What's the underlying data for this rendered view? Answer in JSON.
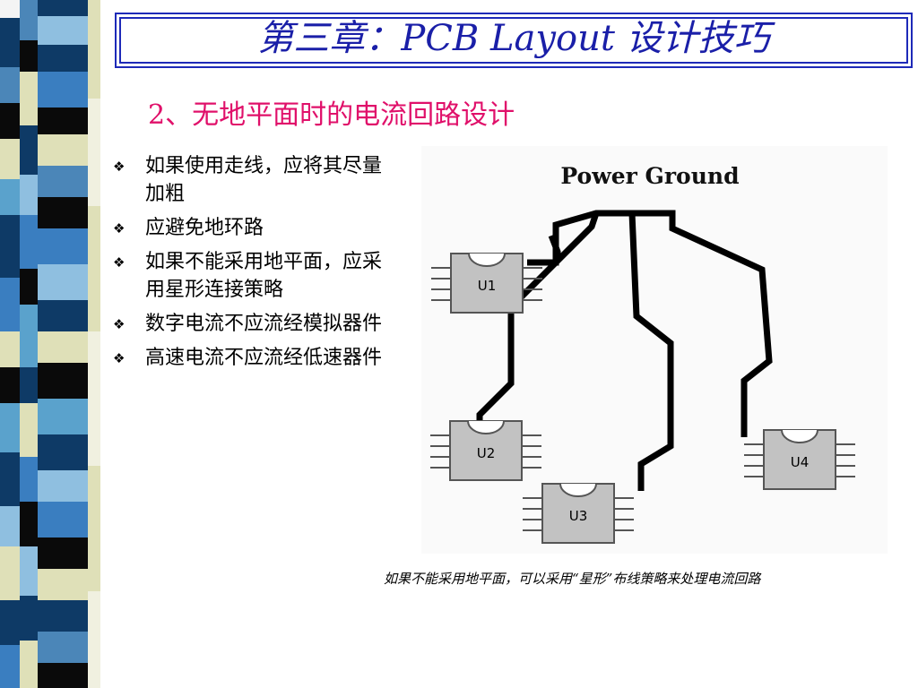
{
  "slide": {
    "title": "第三章：PCB Layout 设计技巧",
    "subtitle": "2、无地平面时的电流回路设计",
    "bullets": [
      "如果使用走线，应将其尽量加粗",
      "应避免地环路",
      "如果不能采用地平面，应采用星形连接策略",
      "数字电流不应流经模拟器件",
      "高速电流不应流经低速器件"
    ],
    "bullet_glyph": "❖",
    "caption": "如果不能采用地平面，可以采用“星形”布线策略来处理电流回路"
  },
  "diagram": {
    "label": "Power Ground",
    "chips": [
      "U1",
      "U2",
      "U3",
      "U4"
    ]
  },
  "colors": {
    "title": "#1a1fa8",
    "subtitle": "#e0106a",
    "title_border": "#1e2ab8",
    "chip_fill": "#c2c2c2",
    "trace": "#000000"
  }
}
